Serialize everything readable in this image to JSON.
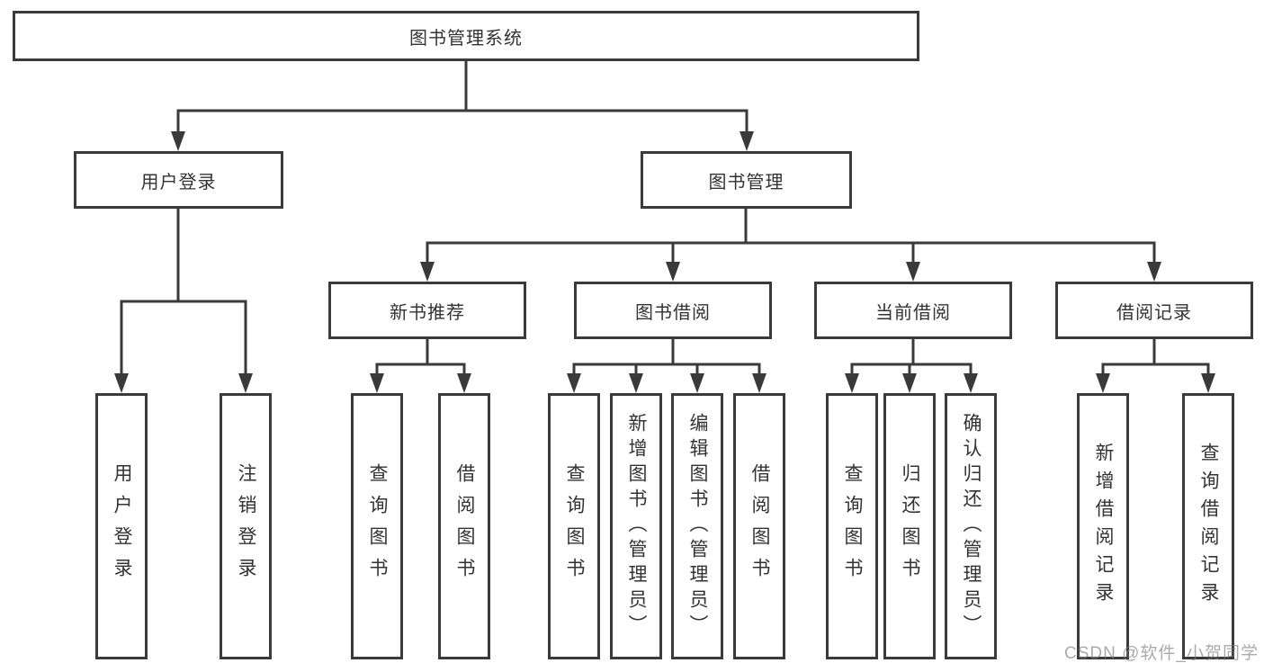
{
  "tree": {
    "root": {
      "label": "图书管理系统"
    },
    "user_branch": {
      "label": "用户登录",
      "children": [
        {
          "label": "用户登录"
        },
        {
          "label": "注销登录"
        }
      ]
    },
    "book_branch": {
      "label": "图书管理",
      "groups": [
        {
          "label": "新书推荐",
          "children": [
            {
              "label": "查询图书"
            },
            {
              "label": "借阅图书"
            }
          ]
        },
        {
          "label": "图书借阅",
          "children": [
            {
              "label": "查询图书"
            },
            {
              "label": "新增图书（管理员）"
            },
            {
              "label": "编辑图书（管理员）"
            },
            {
              "label": "借阅图书"
            }
          ]
        },
        {
          "label": "当前借阅",
          "children": [
            {
              "label": "查询图书"
            },
            {
              "label": "归还图书"
            },
            {
              "label": "确认归还（管理员）"
            }
          ]
        },
        {
          "label": "借阅记录",
          "children": [
            {
              "label": "新增借阅记录"
            },
            {
              "label": "查询借阅记录"
            }
          ]
        }
      ]
    }
  },
  "watermark": {
    "text": "CSDN @软件_小贺同学"
  },
  "colors": {
    "line": "#3a3a3a",
    "text": "#333333",
    "watermark": "#7d7d7d",
    "background": "#ffffff"
  }
}
